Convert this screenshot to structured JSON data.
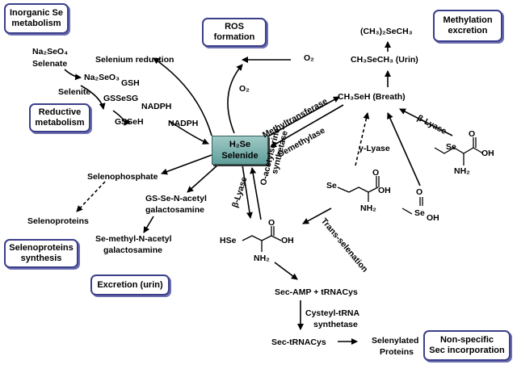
{
  "boxes": {
    "inorganic_se_l1": "Inorganic Se",
    "inorganic_se_l2": "metabolism",
    "ros_l1": "ROS",
    "ros_l2": "formation",
    "methylation_l1": "Methylation",
    "methylation_l2": "excretion",
    "reductive_l1": "Reductive",
    "reductive_l2": "metabolism",
    "selenoproteins_synth_l1": "Selenoproteins",
    "selenoproteins_synth_l2": "synthesis",
    "excretion_urin": "Excretion (urin)",
    "nonspecific_l1": "Non-specific",
    "nonspecific_l2": "Sec incorporation"
  },
  "center": {
    "line1": "H₂Se",
    "line2": "Selenide"
  },
  "labels": {
    "na2seo4": "Na₂SeO₄",
    "selenate": "Selenate",
    "selenium_reduction": "Selenium reduction",
    "na2seo3": "Na₂SeO₃",
    "gsh": "GSH",
    "selenite": "Selenite",
    "gssesg": "GSSeSG",
    "nadph1": "NADPH",
    "gssEH": "GSSeH",
    "nadph2": "NADPH",
    "o2_left": "O₂",
    "o2_top": "O₂",
    "dimethylselenide": "(CH₃)₂SeCH₃",
    "ch3sech3": "CH₃SeCH₃ (Urin)",
    "ch3seh": "CH₃SeH (Breath)",
    "methyltransferase": "Methyltransferase",
    "demethylase": "Demethylase",
    "beta_lyase_right": "β-Lyase",
    "gamma_lyase": "γ-Lyase",
    "oacetylserine_l1": "O-acetylserine",
    "oacetylserine_l2": "synthetase",
    "beta_lyase_mid": "β-Lyase",
    "selenophosphate": "Selenophosphate",
    "gs_se_l1": "GS-Se-N-acetyl",
    "gs_se_l2": "galactosamine",
    "selenoproteins": "Selenoproteins",
    "se_methyl_l1": "Se-methyl-N-acetyl",
    "se_methyl_l2": "galactosamine",
    "trans_selenation": "Trans-selenation",
    "sec_amp": "Sec-AMP  +  tRNACys",
    "cysteyl_l1": "Cysteyl-tRNA",
    "cysteyl_l2": "synthetase",
    "sec_trnacys": "Sec-tRNACys",
    "selenylated_l1": "Selenylated",
    "selenylated_l2": "Proteins"
  },
  "structures": {
    "se_atom": "Se",
    "oh": "OH",
    "o": "O",
    "nh2": "NH₂",
    "hse": "HSe",
    "seoh": "Se",
    "seoh_oh": "OH",
    "seo_o": "O"
  },
  "colors": {
    "box_border": "#3b3f8a",
    "box_shadow": "#6c6fb0",
    "selenide_fill": "#7fb3b0"
  }
}
